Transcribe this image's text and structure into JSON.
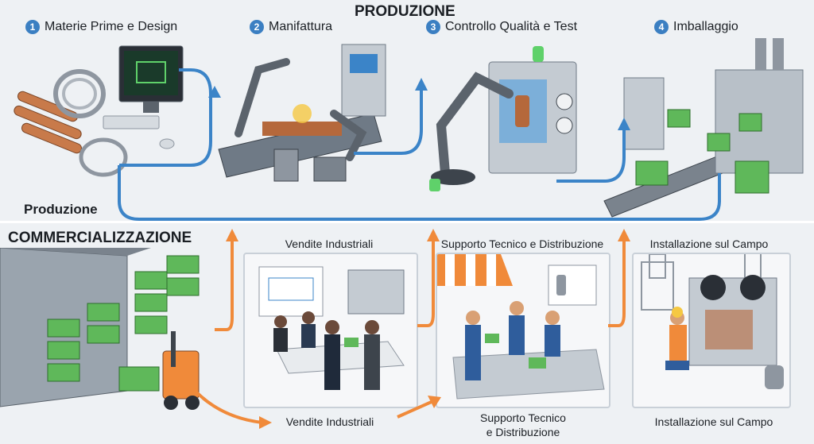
{
  "header": {
    "title": "PRODUZIONE"
  },
  "production": {
    "label": "Produzione",
    "steps": [
      {
        "num": "1",
        "label": "Materie Prime e Design"
      },
      {
        "num": "2",
        "label": "Manifattura"
      },
      {
        "num": "3",
        "label": "Controllo Qualità e Test"
      },
      {
        "num": "4",
        "label": "Imballaggio"
      }
    ]
  },
  "commerce": {
    "title": "COMMERCIALIZZAZIONE",
    "panels": [
      {
        "top_label": "Vendite Industriali",
        "bottom_label": "Vendite Industriali"
      },
      {
        "top_label": "Supporto Tecnico e Distribuzione",
        "bottom_label": "Supporto Tecnico\ne Distribuzione"
      },
      {
        "top_label": "Installazione sul Campo",
        "bottom_label": "Installazione sul Campo"
      }
    ]
  },
  "colors": {
    "blue_flow": "#3b84c8",
    "orange_flow": "#f08a3a",
    "accent_green": "#5fb85a"
  }
}
